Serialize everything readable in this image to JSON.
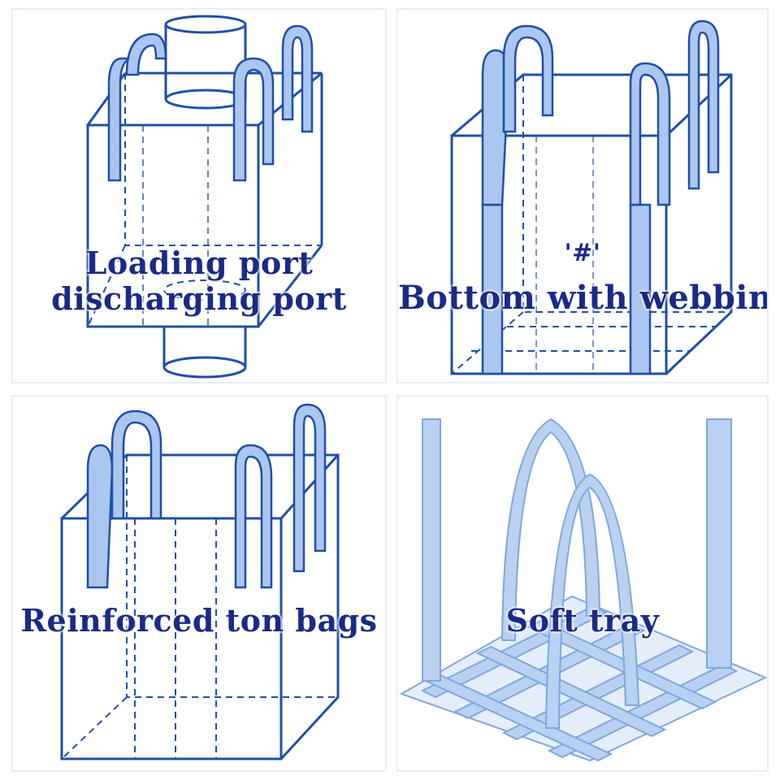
{
  "colors": {
    "outline": "#1f4fa8",
    "strap": "#a9c7ef",
    "strap_edge": "#1f4fa8",
    "dash": "#2c63c0",
    "caption": "#1a2a86",
    "tray_fill": "#b9d2f2",
    "tray_base": "#e4eefb"
  },
  "panels": [
    {
      "id": "loading-discharge",
      "lines": [
        "Loading port",
        "discharging port"
      ]
    },
    {
      "id": "bottom-webbing",
      "marker": "'#'",
      "lines": [
        "Bottom with webbing"
      ]
    },
    {
      "id": "reinforced",
      "lines": [
        "Reinforced ton bags"
      ]
    },
    {
      "id": "soft-tray",
      "lines": [
        "Soft tray"
      ]
    }
  ]
}
